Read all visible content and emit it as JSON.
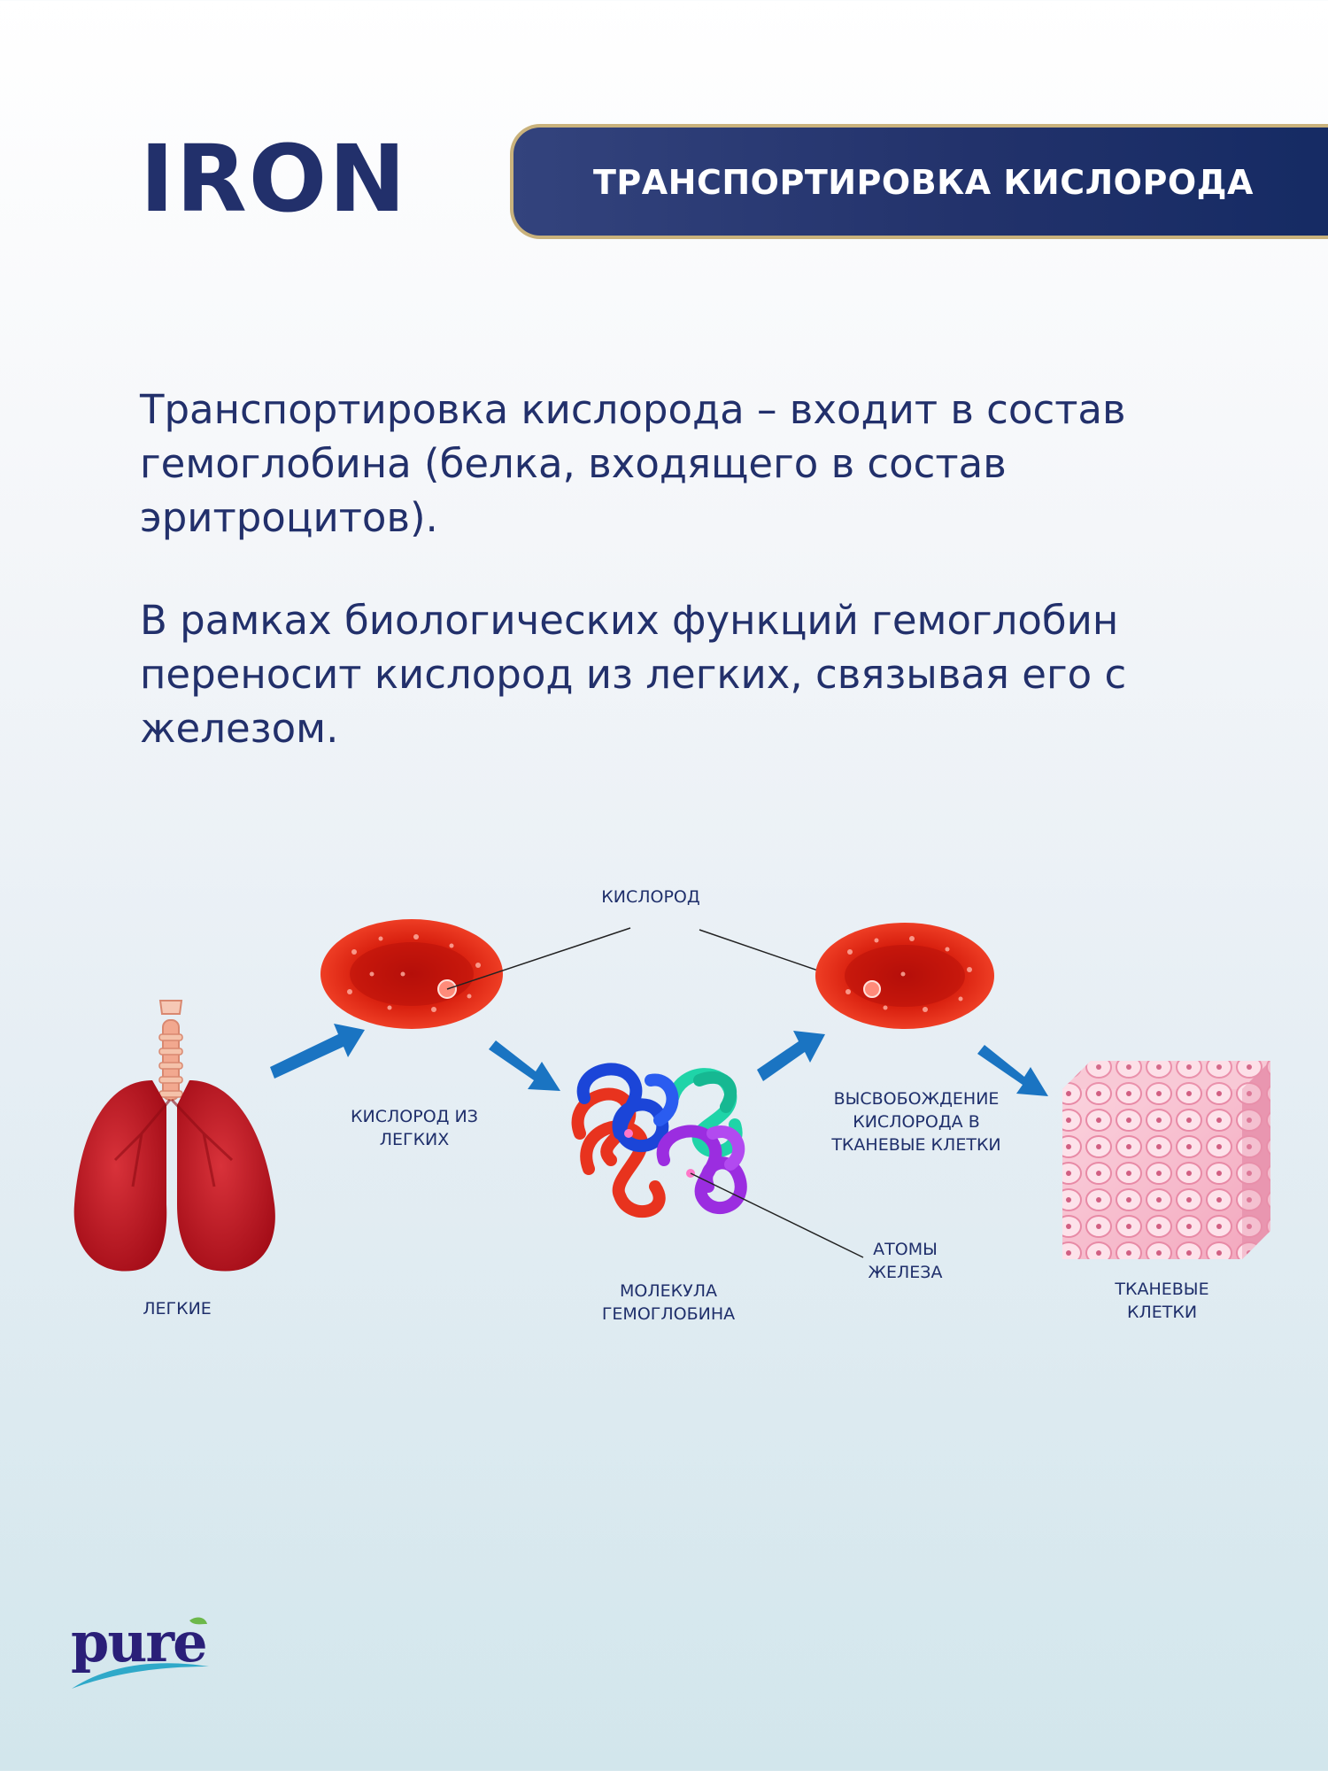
{
  "header": {
    "brand": "IRON",
    "section_label": "ТРАНСПОРТИРОВКА КИСЛОРОДА"
  },
  "body": {
    "paragraph_1": "Транспортировка кислорода – входит в состав гемоглобина (белка, входящего в состав эритроцитов).",
    "paragraph_2": "В рамках биологических функций гемоглобин переносит кислород из легких, связывая его с железом."
  },
  "diagram": {
    "lungs": "ЛЕГКИЕ",
    "oxygen_from_lungs": "КИСЛОРОД ИЗ\nЛЕГКИХ",
    "oxygen": "КИСЛОРОД",
    "hemoglobin_molecule": "МОЛЕКУЛА\nГЕМОГЛОБИНА",
    "iron_atoms": "АТОМЫ\nЖЕЛЕЗА",
    "oxygen_release": "ВЫСВОБОЖДЕНИЕ\nКИСЛОРОДА В\nТКАНЕВЫЕ КЛЕТКИ",
    "tissue_cells": "ТКАНЕВЫЕ\nКЛЕТКИ",
    "colors": {
      "arrow": "#1a74c2",
      "blood_cell": "#e02414",
      "lungs": "#c0121c",
      "tissue": "#f6b9cc"
    }
  },
  "logo": {
    "text": "pure"
  }
}
